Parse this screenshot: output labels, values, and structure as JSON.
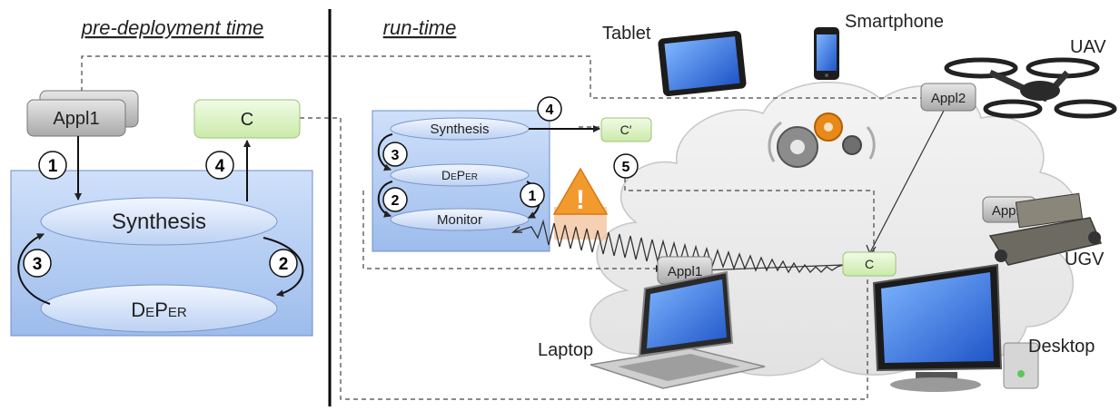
{
  "headings": {
    "pre_deployment": "pre-deployment time",
    "run_time": "run-time"
  },
  "pre_deployment": {
    "appl1": "Appl1",
    "c": "C",
    "synthesis": "Synthesis",
    "deper": "DePer",
    "steps": [
      "1",
      "2",
      "3",
      "4"
    ]
  },
  "runtime": {
    "synthesis": "Synthesis",
    "deper": "DePer",
    "monitor": "Monitor",
    "c_prime": "C′",
    "steps": [
      "1",
      "2",
      "3",
      "4",
      "5"
    ],
    "warning_mark": "!"
  },
  "network": {
    "appl1": "Appl1",
    "appl2": "Appl2",
    "appl3": "Appl3",
    "c": "C"
  },
  "devices": {
    "tablet": "Tablet",
    "smartphone": "Smartphone",
    "uav": "UAV",
    "ugv": "UGV",
    "laptop": "Laptop",
    "desktop": "Desktop"
  },
  "colors": {
    "panel_blue": "#bcd3f6",
    "ellipse_blue": "#dce8fb",
    "green_box": "#e4f6cf",
    "gray_box": "#c8c8c8",
    "warning_orange": "#f29a2e"
  }
}
